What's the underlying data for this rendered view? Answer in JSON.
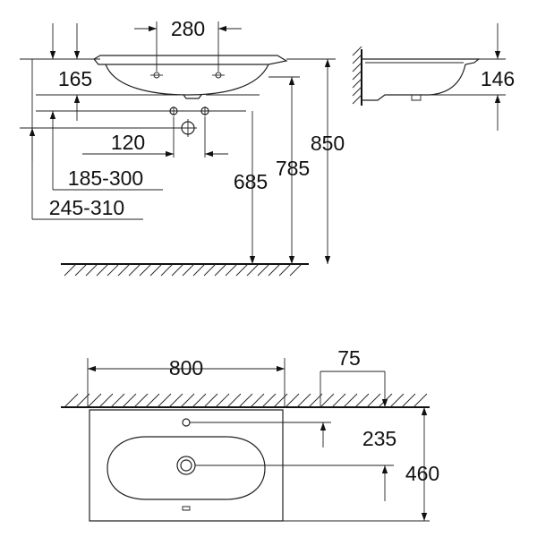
{
  "drawing": {
    "front_view": {
      "tap_spacing": "280",
      "rim_depth": "165",
      "valve_spacing": "120",
      "valve_range_a": "185-300",
      "valve_range_b": "245-310",
      "height_inner": "685",
      "height_mid": "785",
      "height_total": "850"
    },
    "side_view": {
      "basin_height": "146"
    },
    "top_view": {
      "width": "800",
      "wall_offset": "75",
      "tap_hole_depth": "235",
      "depth": "460"
    }
  },
  "colors": {
    "line": "#222222",
    "background": "#ffffff"
  }
}
